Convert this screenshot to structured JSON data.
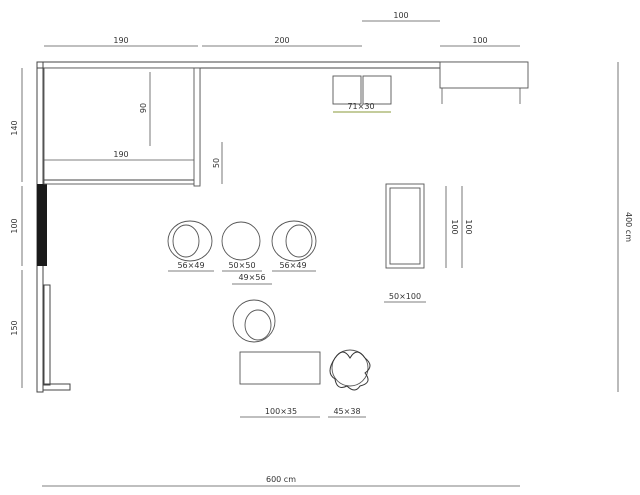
{
  "plan": {
    "unit": "cm",
    "overall": {
      "width_label": "600 cm",
      "height_label": "400 cm"
    },
    "top_dims": {
      "desk_width": "190",
      "middle_width": "200",
      "cabinet_offset": "100",
      "right_cabinet_width": "100"
    },
    "left_dims": {
      "upper": "140",
      "middle": "100",
      "lower": "150"
    },
    "desk": {
      "width_label": "190",
      "depth_label": "90",
      "return_label": "50"
    },
    "stools_label": "71×30",
    "chairs": {
      "left_label": "56×49",
      "center_label": "50×50",
      "right_label": "56×49",
      "spacing_label": "49×56"
    },
    "cabinet": {
      "width_label": "50×100",
      "height_label": "100",
      "side_label": "100"
    },
    "coffee_table_label": "100×35",
    "plant_label": "45×38"
  },
  "colors": {
    "line": "#555555",
    "wall_dark": "#1a1a1a",
    "text": "#333333",
    "accent_line": "#8a9a3a"
  }
}
